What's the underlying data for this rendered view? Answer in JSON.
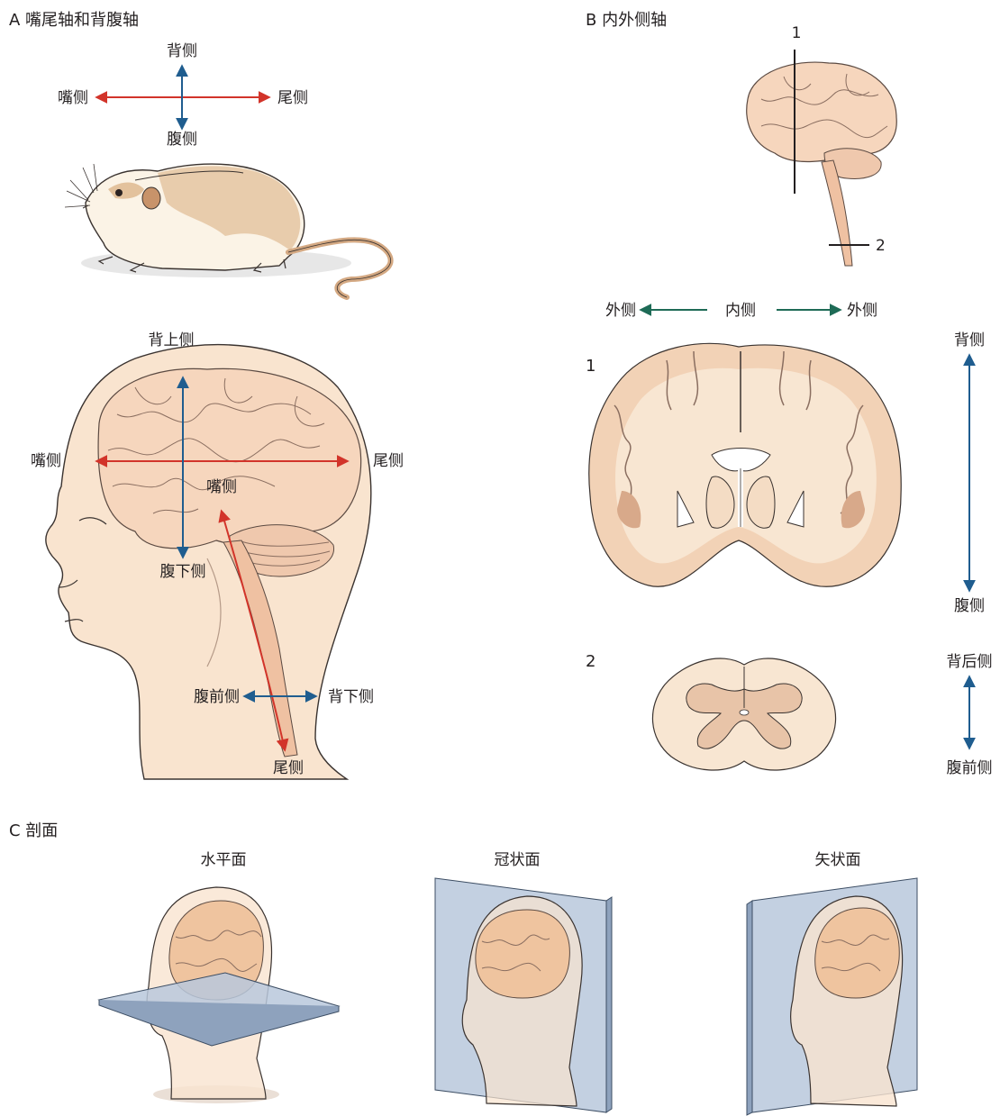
{
  "panel_a": {
    "title": "A  嘴尾轴和背腹轴",
    "rat_axes": {
      "dorsal": "背侧",
      "ventral": "腹侧",
      "rostral": "嘴侧",
      "caudal": "尾侧"
    },
    "head_labels": {
      "dorsal_superior": "背上侧",
      "rostral_left": "嘴侧",
      "caudal_right": "尾侧",
      "rostral_inner": "嘴侧",
      "ventral_inferior": "腹下侧",
      "ventral_anterior": "腹前侧",
      "dorsal_inferior": "背下侧",
      "caudal_bottom": "尾侧"
    }
  },
  "panel_b": {
    "title": "B  内外侧轴",
    "section_markers": {
      "line1": "1",
      "line2": "2"
    },
    "ml_axis": {
      "lateral_left": "外侧",
      "medial": "内侧",
      "lateral_right": "外侧"
    },
    "section1_label": "1",
    "section2_label": "2",
    "axis1": {
      "top": "背侧",
      "bottom": "腹侧"
    },
    "axis2": {
      "top": "背后侧",
      "bottom": "腹前侧"
    }
  },
  "panel_c": {
    "title": "C  剖面",
    "planes": [
      {
        "label": "水平面"
      },
      {
        "label": "冠状面"
      },
      {
        "label": "矢状面"
      }
    ]
  },
  "colors": {
    "red_axis": "#d2342a",
    "blue_axis": "#1f5d8f",
    "green_axis": "#1e6b56"
  }
}
